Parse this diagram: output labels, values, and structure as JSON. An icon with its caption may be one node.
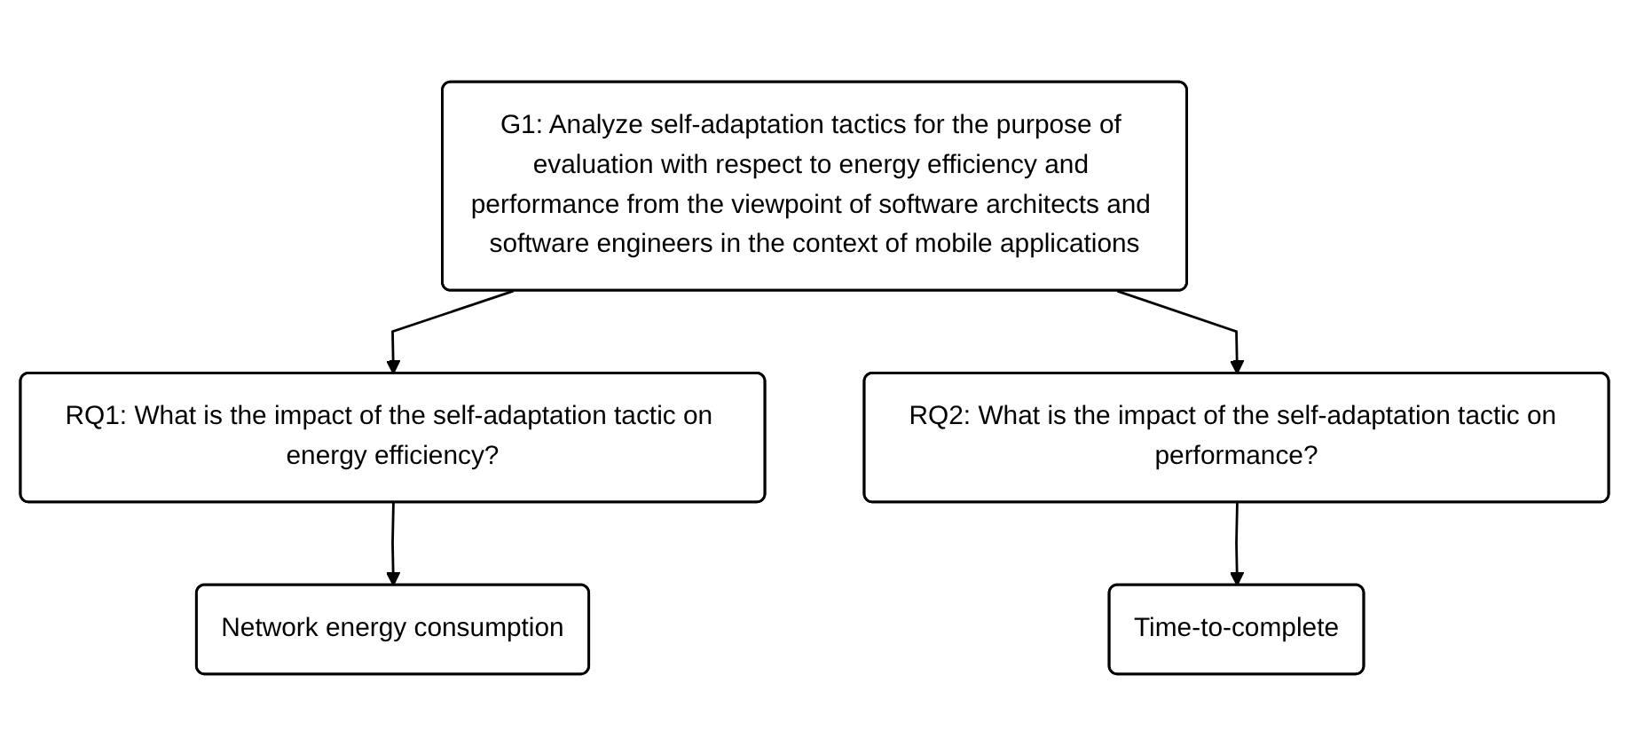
{
  "diagram": {
    "nodes": [
      {
        "text": [
          "G1: Analyze self-adaptation tactics for the purpose of evaluation with respect to energy efficiency and performance from the viewpoint of software architects and software engineers in the context of mobile applications"
        ]
      },
      {
        "text": [
          "RQ1: What is the impact of the self-adaptation tactic on energy efficiency?"
        ]
      },
      {
        "text": [
          "RQ2: What is the impact of the self-adaptation tactic on performance?"
        ]
      },
      {
        "text": [
          "Network energy consumption"
        ]
      },
      {
        "text": [
          "Time-to-complete"
        ]
      }
    ],
    "edges": [
      {
        "from": 0,
        "to": 1,
        "arrow": "to"
      },
      {
        "from": 0,
        "to": 2,
        "arrow": "to"
      },
      {
        "from": 1,
        "to": 3,
        "arrow": "to"
      },
      {
        "from": 2,
        "to": 4,
        "arrow": "to"
      }
    ]
  }
}
